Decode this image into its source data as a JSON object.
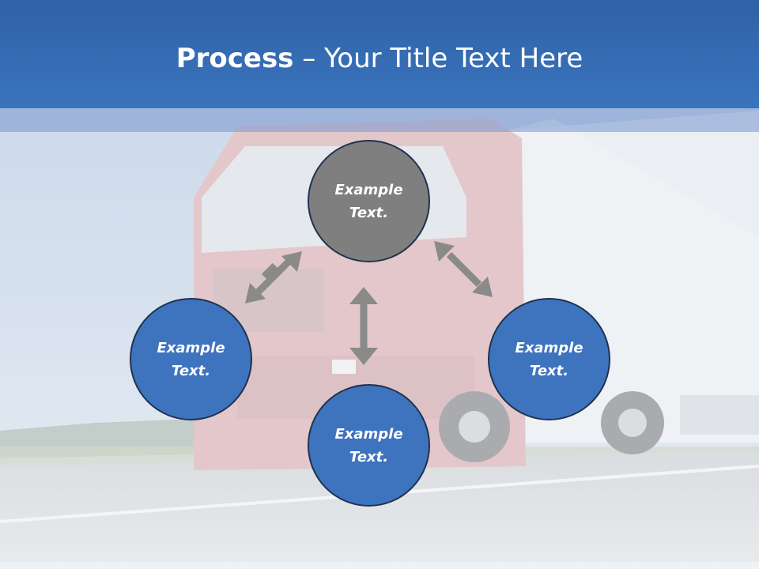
{
  "title": {
    "bold": "Process",
    "rest": " – Your Title Text Here"
  },
  "nodes": {
    "top": {
      "text": "Example\nText."
    },
    "left": {
      "text": "Example\nText."
    },
    "bottom": {
      "text": "Example\nText."
    },
    "right": {
      "text": "Example\nText."
    }
  },
  "colors": {
    "title_bar": "#3a74bd",
    "node_blue": "#3e73be",
    "node_gray": "#7f7f7f",
    "arrow": "#8a8a8a"
  }
}
